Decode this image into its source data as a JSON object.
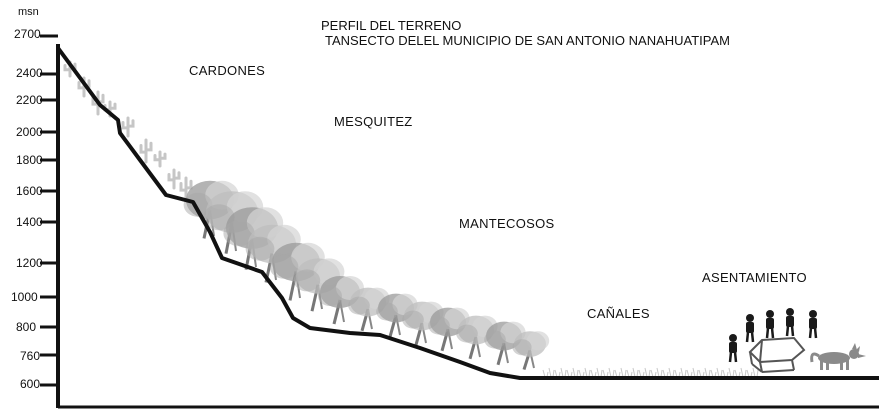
{
  "figure": {
    "title": "PERFIL DEL TERRENO",
    "subtitle": "TANSECTO DELEL MUNICIPIO DE SAN ANTONIO NANAHUATIPAM"
  },
  "axis": {
    "unit": "msn",
    "ticks": [
      "2700",
      "2400",
      "2200",
      "2000",
      "1800",
      "1600",
      "1400",
      "1200",
      "1000",
      "800",
      "760",
      "600"
    ]
  },
  "zones": [
    {
      "label": "CARDONES",
      "icon": "cactus-icon"
    },
    {
      "label": "MESQUITEZ",
      "icon": "tree-icon"
    },
    {
      "label": "MANTECOSOS",
      "icon": "shrub-icon"
    },
    {
      "label": "CAÑALES",
      "icon": "grass-icon"
    },
    {
      "label": "ASENTAMIENTO",
      "icon": "house-icon"
    }
  ],
  "settlement": {
    "people_icon": "person-icon",
    "house_icon": "house-icon",
    "animal_icon": "dog-icon"
  },
  "colors": {
    "terrain_line": "#111111",
    "vegetation": "#bdbdbd",
    "vegetation_dark": "#9a9a9a",
    "figures": "#1a1a1a",
    "animal": "#8a8a8a"
  }
}
